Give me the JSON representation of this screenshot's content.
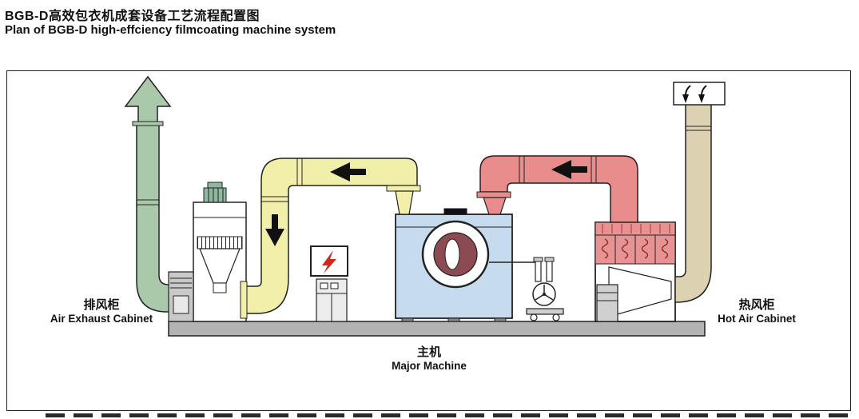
{
  "title": {
    "zh": "BGB-D高效包衣机成套设备工艺流程配置图",
    "en": "Plan of BGB-D high-effciency filmcoating machine system"
  },
  "labels": {
    "air_exhaust_zh": "排风柜",
    "air_exhaust_en": "Air Exhaust Cabinet",
    "major_zh": "主机",
    "major_en": "Major Machine",
    "hot_air_zh": "热风柜",
    "hot_air_en": "Hot Air Cabinet"
  },
  "colors": {
    "exhaust_green": "#aac9ab",
    "duct_yellow": "#f2efaa",
    "duct_red": "#e88c8c",
    "heater_pink": "#e89393",
    "machine_blue": "#c6dbee",
    "intake_tan": "#dcd2b2",
    "floor_gray": "#b3b3b3",
    "drum_maroon": "#8c4a52",
    "lightning_red": "#cc2a1e",
    "motor_teal": "#8fb8a0"
  }
}
